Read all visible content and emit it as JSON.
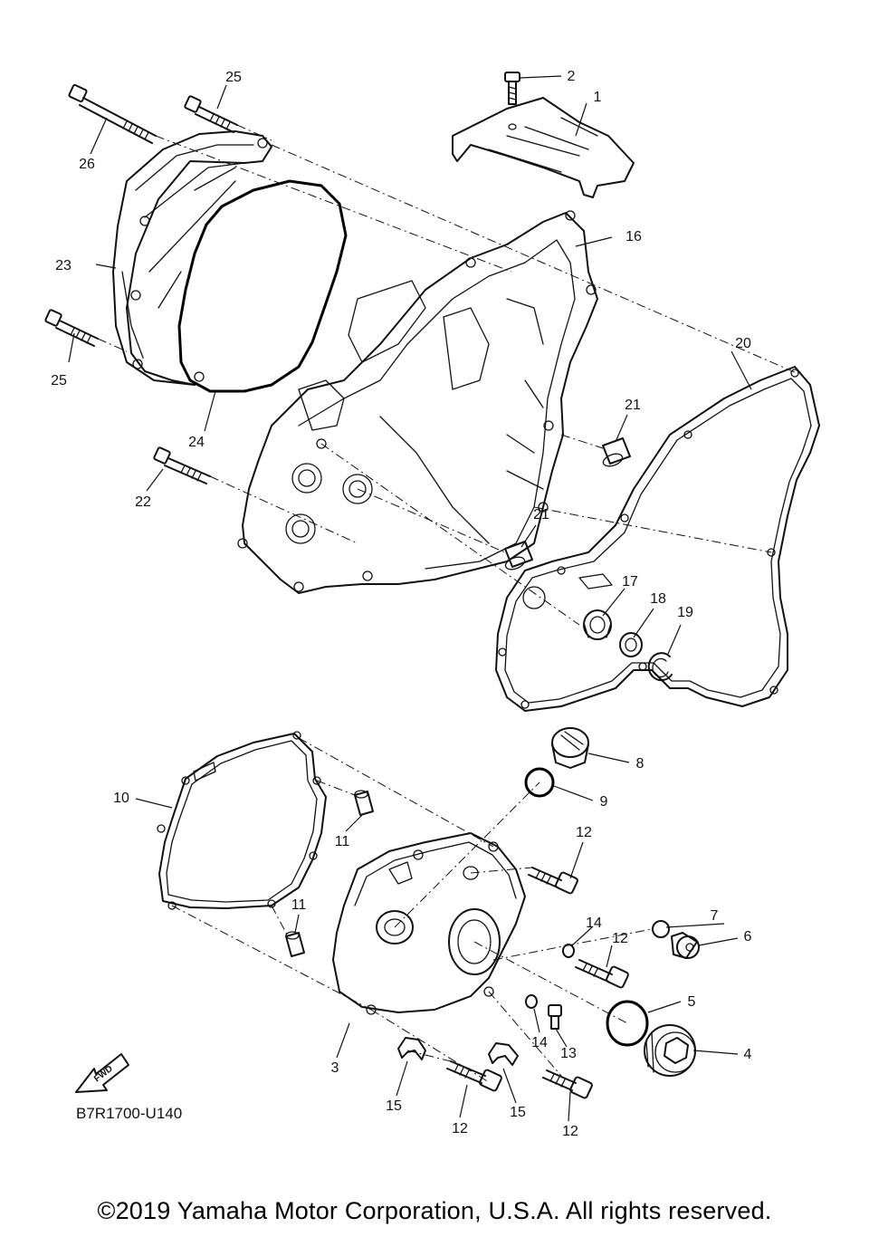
{
  "diagram": {
    "callouts": [
      {
        "id": "c1",
        "text": "1"
      },
      {
        "id": "c2",
        "text": "2"
      },
      {
        "id": "c3",
        "text": "3"
      },
      {
        "id": "c4",
        "text": "4"
      },
      {
        "id": "c5",
        "text": "5"
      },
      {
        "id": "c6",
        "text": "6"
      },
      {
        "id": "c7",
        "text": "7"
      },
      {
        "id": "c8",
        "text": "8"
      },
      {
        "id": "c9",
        "text": "9"
      },
      {
        "id": "c10",
        "text": "10"
      },
      {
        "id": "c11a",
        "text": "11"
      },
      {
        "id": "c11b",
        "text": "11"
      },
      {
        "id": "c12a",
        "text": "12"
      },
      {
        "id": "c12b",
        "text": "12"
      },
      {
        "id": "c12c",
        "text": "12"
      },
      {
        "id": "c12d",
        "text": "12"
      },
      {
        "id": "c13",
        "text": "13"
      },
      {
        "id": "c14a",
        "text": "14"
      },
      {
        "id": "c14b",
        "text": "14"
      },
      {
        "id": "c15a",
        "text": "15"
      },
      {
        "id": "c15b",
        "text": "15"
      },
      {
        "id": "c16",
        "text": "16"
      },
      {
        "id": "c17",
        "text": "17"
      },
      {
        "id": "c18",
        "text": "18"
      },
      {
        "id": "c19",
        "text": "19"
      },
      {
        "id": "c20",
        "text": "20"
      },
      {
        "id": "c21a",
        "text": "21"
      },
      {
        "id": "c21b",
        "text": "21"
      },
      {
        "id": "c22",
        "text": "22"
      },
      {
        "id": "c23",
        "text": "23"
      },
      {
        "id": "c24",
        "text": "24"
      },
      {
        "id": "c25a",
        "text": "25"
      },
      {
        "id": "c25b",
        "text": "25"
      },
      {
        "id": "c26",
        "text": "26"
      }
    ],
    "fwd_label": "FWD",
    "diagram_code": "B7R1700-U140"
  },
  "footer": {
    "copyright": "©2019 Yamaha Motor Corporation, U.S.A. All rights reserved."
  }
}
